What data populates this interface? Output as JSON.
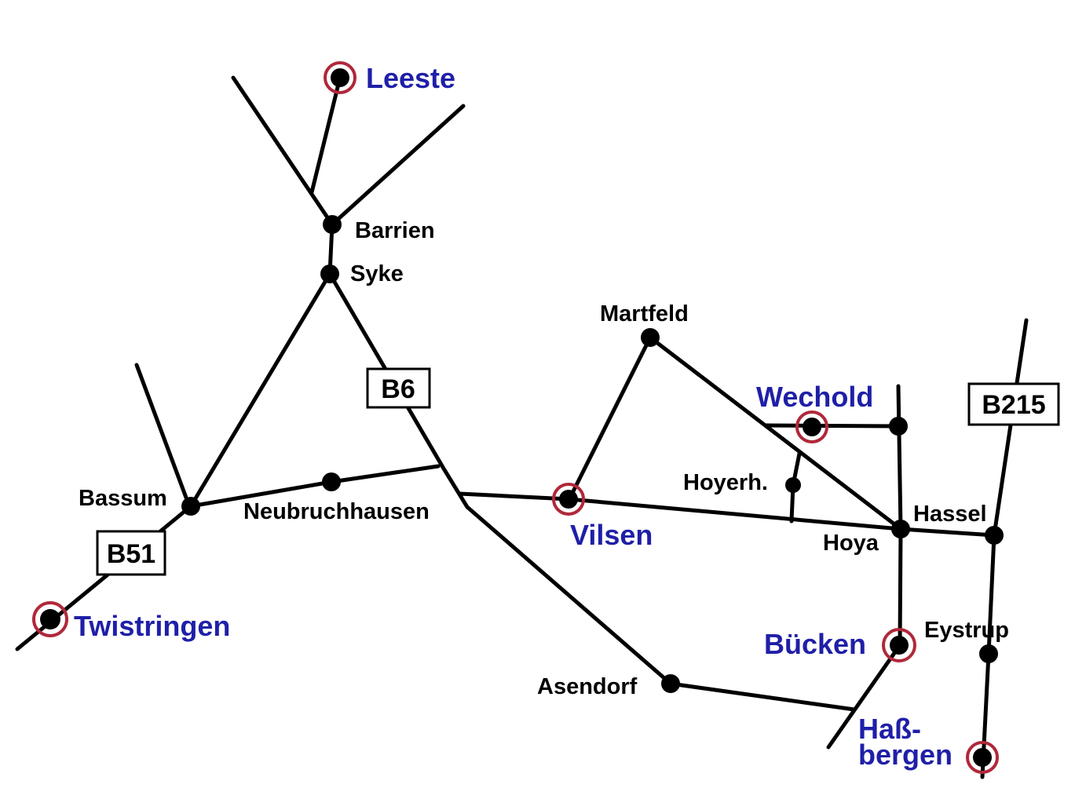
{
  "colors": {
    "road": "#000000",
    "node": "#000000",
    "highlight_ring": "#b0283a",
    "highlight_text": "#1f1fa8",
    "town_text": "#000000"
  },
  "towns": {
    "barrien": "Barrien",
    "syke": "Syke",
    "bassum": "Bassum",
    "neubruchhausen": "Neubruchhausen",
    "martfeld": "Martfeld",
    "hoyerh": "Hoyerh.",
    "hassel": "Hassel",
    "hoya": "Hoya",
    "eystrup": "Eystrup",
    "asendorf": "Asendorf"
  },
  "highlighted": {
    "leeste": "Leeste",
    "wechold": "Wechold",
    "vilsen": "Vilsen",
    "twistringen": "Twistringen",
    "buecken": "Bücken",
    "hassbergen_1": "Haß-",
    "hassbergen_2": "bergen"
  },
  "roads": {
    "b6": "B6",
    "b51": "B51",
    "b215": "B215"
  }
}
